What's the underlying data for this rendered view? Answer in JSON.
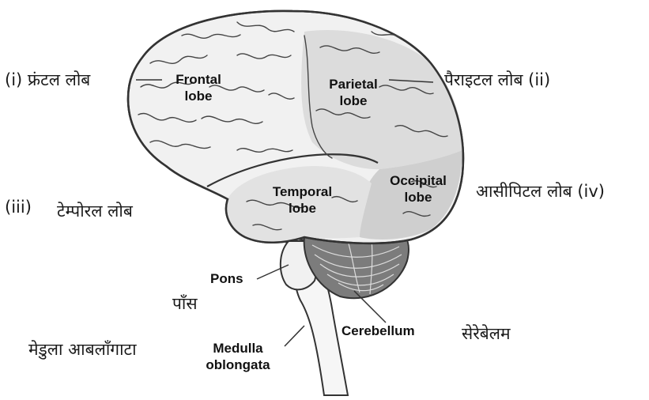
{
  "roman": {
    "i": "(i)",
    "ii": "(ii)",
    "iii": "(iii)",
    "iv": "(iv)"
  },
  "hindi": {
    "frontal": "फ्रंटल लोब",
    "parietal": "पैराइटल लोब",
    "temporal": "टेम्पोरल लोब",
    "occipital": "आसीपिटल लोब",
    "pons": "पॉंस",
    "medulla": "मेडुला आबलॉंगाटा",
    "cerebellum": "सेरेबेलम"
  },
  "english": {
    "frontal": [
      "Frontal",
      "lobe"
    ],
    "parietal": [
      "Parietal",
      "lobe"
    ],
    "temporal": [
      "Temporal",
      "lobe"
    ],
    "occipital": [
      "Occipital",
      "lobe"
    ],
    "pons": "Pons",
    "medulla": [
      "Medulla",
      "oblongata"
    ],
    "cerebellum": "Cerebellum"
  },
  "colors": {
    "frontal_fill": "#f1f1f1",
    "parietal_fill": "#dcdcdc",
    "temporal_fill": "#e2e2e2",
    "occipital_fill": "#cfcfcf",
    "cerebellum_fill": "#7c7c7c",
    "outline": "#333333"
  }
}
